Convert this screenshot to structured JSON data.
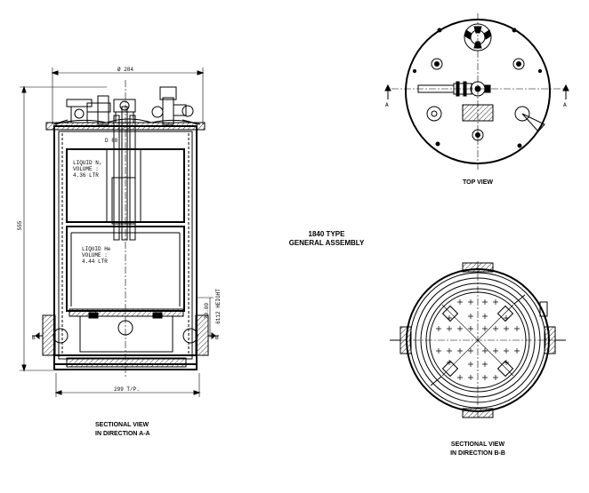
{
  "title": {
    "line1": "1840 TYPE",
    "line2": "GENERAL ASSEMBLY"
  },
  "views": {
    "top_view": "TOP VIEW",
    "section_aa_line1": "SECTIONAL VIEW",
    "section_aa_line2": "IN DIRECTION  A-A",
    "section_bb_line1": "SECTIONAL VIEW",
    "section_bb_line2": "IN DIRECTION  B-B"
  },
  "dimensions": {
    "diameter": "Ø 284",
    "height": "555",
    "base_width": "299 T/P.",
    "side_small": "20.00",
    "side_fill": "6112 HEIGHT"
  },
  "tanks": {
    "upper_line1": "LIQUID N₂",
    "upper_line2": "VOLUME :",
    "upper_line3": "4.36 LTR",
    "lower_line1": "LIQUID He",
    "lower_line2": "VOLUME :",
    "lower_line3": "4.44 LTR"
  },
  "section_markers": {
    "a": "A",
    "b": "B"
  }
}
